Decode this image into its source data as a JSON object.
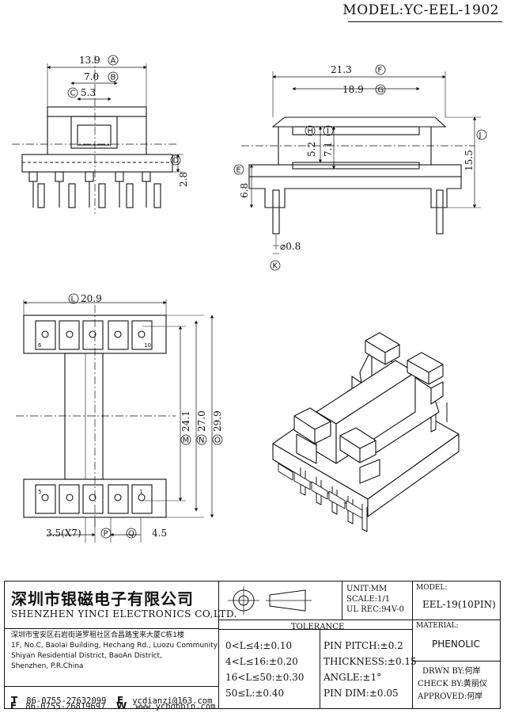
{
  "model_title": "MODEL:YC-EEL-1902",
  "dimensions": {
    "A": {
      "value": "13.9",
      "letter": "A"
    },
    "B": {
      "value": "7.0",
      "letter": "B"
    },
    "C": {
      "value": "5.3",
      "letter": "C"
    },
    "D": {
      "value": "2.8",
      "letter": "D"
    },
    "E": {
      "value": "6.8",
      "letter": "E"
    },
    "F": {
      "value": "21.3",
      "letter": "F"
    },
    "G": {
      "value": "18.9",
      "letter": "G"
    },
    "H": {
      "value": "5.2",
      "letter": "H"
    },
    "I": {
      "value": "7.1",
      "letter": "I"
    },
    "J": {
      "value": "15.5",
      "letter": "J"
    },
    "K": {
      "value": "⌀0.8",
      "letter": "K"
    },
    "L": {
      "value": "20.9",
      "letter": "L"
    },
    "M": {
      "value": "24.1",
      "letter": "M"
    },
    "N": {
      "value": "27.0",
      "letter": "N"
    },
    "O": {
      "value": "29.9",
      "letter": "O"
    },
    "P": {
      "value": "3.5(X7)",
      "letter": "P"
    },
    "Q": {
      "value": "4.5",
      "letter": "Q"
    }
  },
  "pin_numbers": {
    "top_left": "6",
    "top_right": "10",
    "bottom_left": "5",
    "bottom_right": "1"
  },
  "company": {
    "name_cn": "深圳市银磁电子有限公司",
    "name_en": "SHENZHEN YINCI ELECTRONICS CO,LTD.",
    "address_cn": "深圳市宝安区石岩街道罗租社区合昌路宝来大厦C栋1楼",
    "address_en_1": "1F, No.C, Baolai Building, Hechang Rd., Luozu Community,",
    "address_en_2": "Shiyan Residential District, BaoAn District,",
    "address_en_3": "Shenzhen, P.R.China",
    "tel_label": "T",
    "tel": "86-0755-27632099",
    "fax_label": "F",
    "fax": "86-0755-26819697",
    "email_label": "E",
    "email": "ycdianzi@163.com",
    "web_label": "W",
    "web": "www.ycbobbin.com"
  },
  "specs": {
    "unit": "UNIT:MM",
    "scale": "SCALE:1/1",
    "ul_rec": "UL REC:94V-0",
    "model_label": "MODEL:",
    "model_value": "EEL-19(10PIN)",
    "material_label": "MATERIAL:",
    "material_value": "PHENOLIC",
    "drawn_by": "DRWN BY:何岸",
    "check_by": "CHECK BY:黄丽仪",
    "approved": "APPROVED:何岸"
  },
  "tolerance": {
    "header": "TOLERANCE",
    "rows": [
      "0<L≤4:±0.10",
      "4<L≤16:±0.20",
      "16<L≤50:±0.30",
      "50≤L:±0.40"
    ],
    "right_rows": [
      "PIN PITCH:±0.2",
      "THICKNESS:±0.15",
      "ANGLE:±1°",
      "PIN DIM:±0.05"
    ]
  }
}
